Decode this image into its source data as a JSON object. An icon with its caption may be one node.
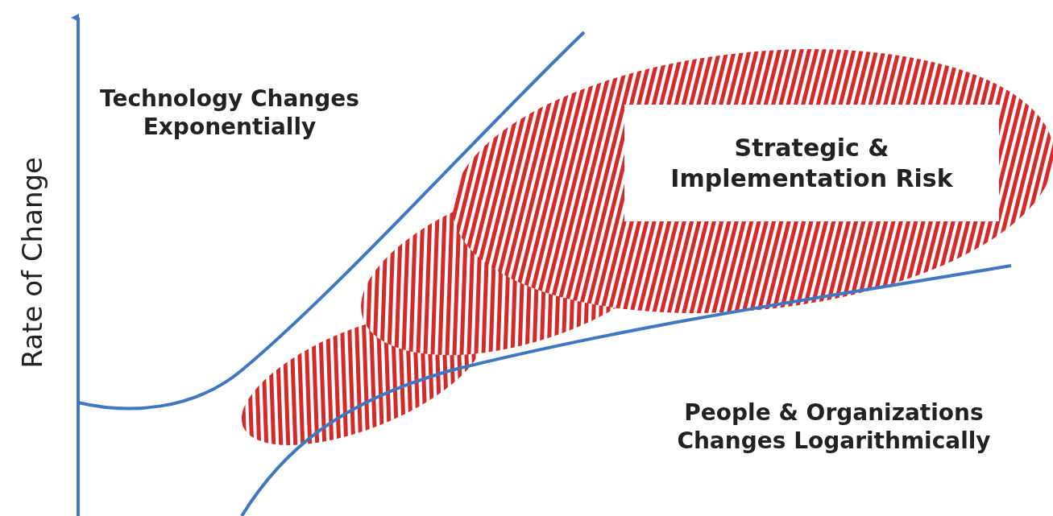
{
  "diagram": {
    "nodes": [
      {
        "text": [
          "Strategic & Implementation Risk"
        ]
      }
    ],
    "labels": [
      "Rate of Change",
      "Technology Changes Exponentially",
      "People & Organizations Changes Logarithmically"
    ]
  }
}
